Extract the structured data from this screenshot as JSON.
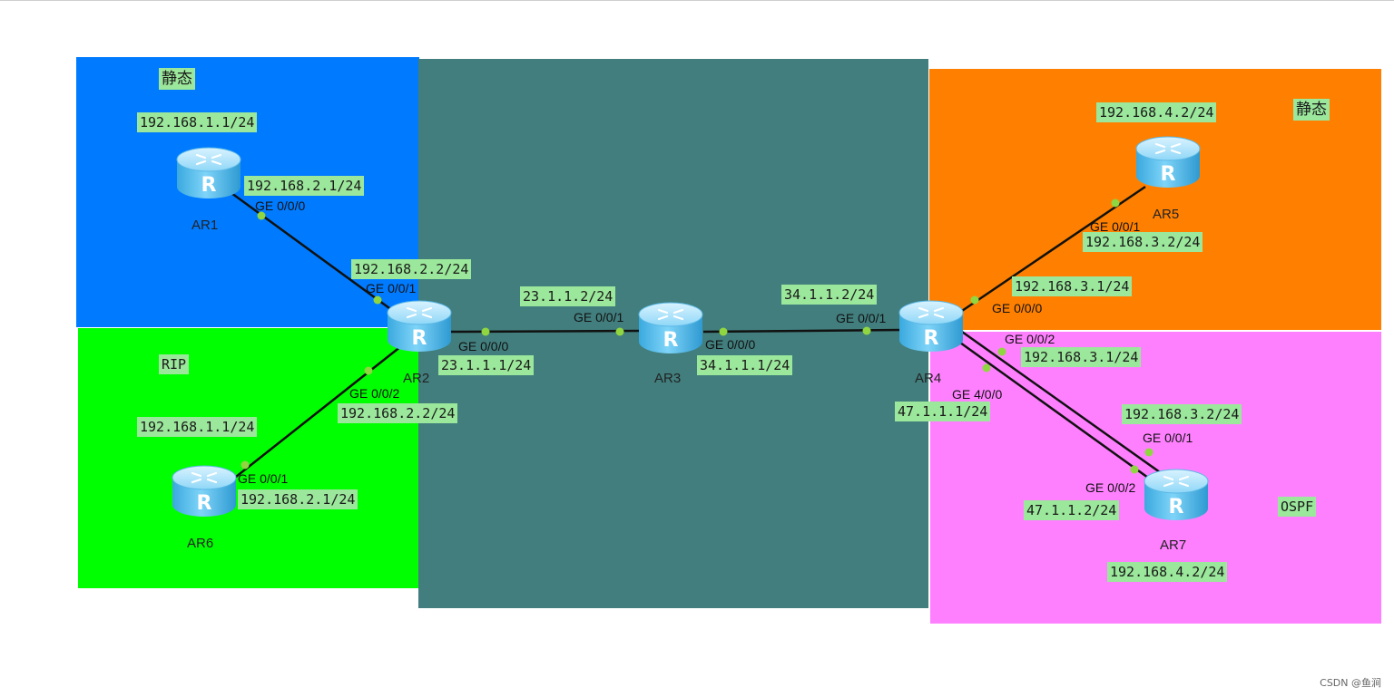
{
  "zones": [
    {
      "id": "static-left",
      "color": "#007bff"
    },
    {
      "id": "rip",
      "color": "#00ff00"
    },
    {
      "id": "core",
      "color": "#417e7d"
    },
    {
      "id": "static-right",
      "color": "#ff8000"
    },
    {
      "id": "ospf",
      "color": "#ff80ff"
    }
  ],
  "zone_labels": {
    "static_left": "静态",
    "rip": "RIP",
    "static_right": "静态",
    "ospf": "OSPF"
  },
  "routers": [
    "AR1",
    "AR2",
    "AR3",
    "AR4",
    "AR5",
    "AR6",
    "AR7"
  ],
  "router_icon": "router-icon",
  "ip_labels": {
    "ar1_top": "192.168.1.1/24",
    "ar1_link": "192.168.2.1/24",
    "ar2_up": "192.168.2.2/24",
    "ar2_right": "23.1.1.1/24",
    "ar2_down": "192.168.2.2/24",
    "ar3_left": "23.1.1.2/24",
    "ar3_right": "34.1.1.1/24",
    "ar4_left": "34.1.1.2/24",
    "ar4_up": "192.168.3.1/24",
    "ar4_ge2": "192.168.3.1/24",
    "ar4_ge4": "47.1.1.1/24",
    "ar5_top": "192.168.4.2/24",
    "ar5_link": "192.168.3.2/24",
    "ar6_top": "192.168.1.1/24",
    "ar6_link": "192.168.2.1/24",
    "ar7_top": "192.168.3.2/24",
    "ar7_left": "47.1.1.2/24",
    "ar7_bottom": "192.168.4.2/24"
  },
  "ports": {
    "ar1_ge000": "GE 0/0/0",
    "ar2_ge001": "GE 0/0/1",
    "ar2_ge000": "GE 0/0/0",
    "ar2_ge002": "GE 0/0/2",
    "ar3_ge001": "GE 0/0/1",
    "ar3_ge000": "GE 0/0/0",
    "ar4_ge001": "GE 0/0/1",
    "ar4_ge000": "GE 0/0/0",
    "ar4_ge002": "GE 0/0/2",
    "ar4_ge400": "GE 4/0/0",
    "ar5_ge001": "GE 0/0/1",
    "ar6_ge001": "GE 0/0/1",
    "ar7_ge001": "GE 0/0/1",
    "ar7_ge002": "GE 0/0/2"
  },
  "links": [
    {
      "from": "AR1",
      "to": "AR2"
    },
    {
      "from": "AR2",
      "to": "AR3"
    },
    {
      "from": "AR2",
      "to": "AR6"
    },
    {
      "from": "AR3",
      "to": "AR4"
    },
    {
      "from": "AR4",
      "to": "AR5"
    },
    {
      "from": "AR4",
      "to": "AR7"
    },
    {
      "from": "AR4",
      "to": "AR7"
    }
  ],
  "colors": {
    "label_bg": "#9be79b",
    "link": "#111111",
    "port_dot": "#8fd640",
    "router_body": "#5ec3f2"
  },
  "watermark": "CSDN @鱼涧"
}
